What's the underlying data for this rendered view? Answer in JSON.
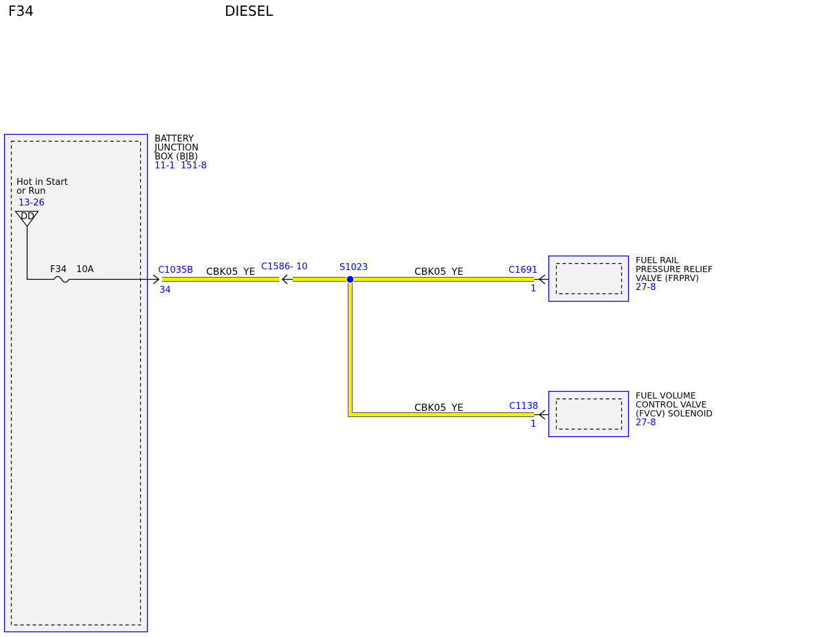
{
  "header": {
    "code": "F34",
    "variant": "DIESEL"
  },
  "bjb": {
    "name_lines": [
      "BATTERY",
      "JUNCTION",
      "BOX (BJB)"
    ],
    "ref_1": "11-1",
    "ref_2": "151-8",
    "hot_lines": [
      "Hot in Start",
      "or Run"
    ],
    "hot_ref": "13-26",
    "bus_label": "DD",
    "fuse_name": "F34",
    "fuse_rating": "10A"
  },
  "connectors": {
    "c1035b": {
      "id": "C1035B",
      "pin": "34"
    },
    "c1586": {
      "id": "C1586- 10"
    },
    "s1023": {
      "id": "S1023"
    },
    "c1691": {
      "id": "C1691",
      "pin": "1"
    },
    "c1138": {
      "id": "C1138",
      "pin": "1"
    }
  },
  "wires": [
    {
      "circuit": "CBK05",
      "color": "YE"
    },
    {
      "circuit": "CBK05",
      "color": "YE"
    },
    {
      "circuit": "CBK05",
      "color": "YE"
    }
  ],
  "components": {
    "frprv": {
      "name_lines": [
        "FUEL RAIL",
        "PRESSURE RELIEF",
        "VALVE (FRPRV)"
      ],
      "ref": "27-8"
    },
    "fvcv": {
      "name_lines": [
        "FUEL VOLUME",
        "CONTROL VALVE",
        "(FVCV) SOLENOID"
      ],
      "ref": "27-8"
    }
  },
  "colors": {
    "wire_yellow": "#f2ee00",
    "reference_blue": "#0000ee",
    "box_border": "#0000cc",
    "box_fill": "#f2f2f2"
  }
}
